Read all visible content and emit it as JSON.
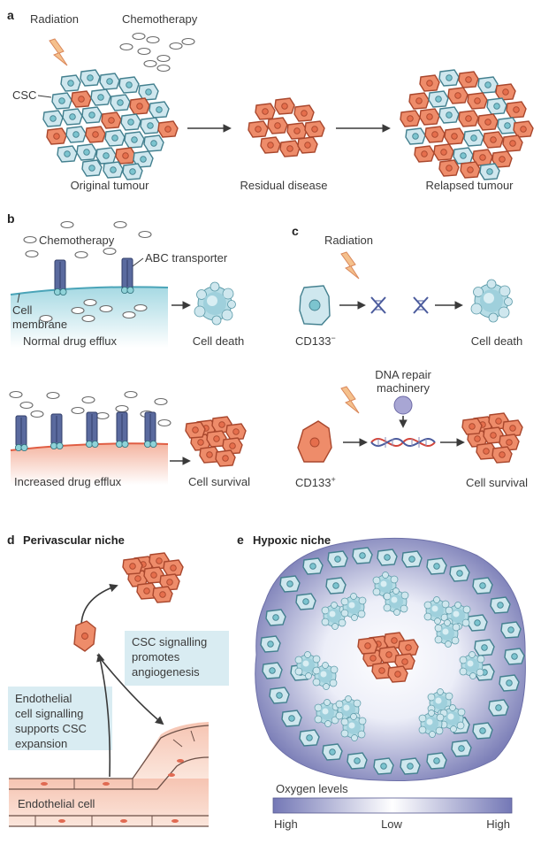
{
  "panels": {
    "a": {
      "letter": "a",
      "radiation": "Radiation",
      "chemotherapy": "Chemotherapy",
      "csc": "CSC",
      "original": "Original tumour",
      "residual": "Residual disease",
      "relapsed": "Relapsed tumour"
    },
    "b": {
      "letter": "b",
      "chemotherapy": "Chemotherapy",
      "abc": "ABC  transporter",
      "cell_line1": "Cell",
      "cell_line2": "membrane",
      "normal": "Normal drug efflux",
      "cell_death": "Cell death",
      "increased": "Increased drug efflux",
      "cell_survival": "Cell survival"
    },
    "c": {
      "letter": "c",
      "radiation": "Radiation",
      "cd133neg": "CD133",
      "cd133neg_sup": "−",
      "cell_death": "Cell death",
      "dna_line1": "DNA repair",
      "dna_line2": "machinery",
      "cd133pos": "CD133",
      "cd133pos_sup": "+",
      "cell_survival": "Cell survival"
    },
    "d": {
      "letter": "d",
      "title": "Perivascular niche",
      "box1": [
        "CSC signalling",
        "promotes",
        "angiogenesis"
      ],
      "box2": [
        "Endothelial",
        "cell signalling",
        "supports CSC",
        "expansion"
      ],
      "endothelial": "Endothelial cell"
    },
    "e": {
      "letter": "e",
      "title": "Hypoxic niche",
      "oxygen": "Oxygen levels",
      "high_left": "High",
      "low": "Low",
      "high_right": "High"
    }
  },
  "colors": {
    "normal_cell": "#cfe7ee",
    "csc_cell": "#ee8c6a",
    "hypoxic_zone": "#7d80b8",
    "label_box": "#d9ecf2"
  }
}
